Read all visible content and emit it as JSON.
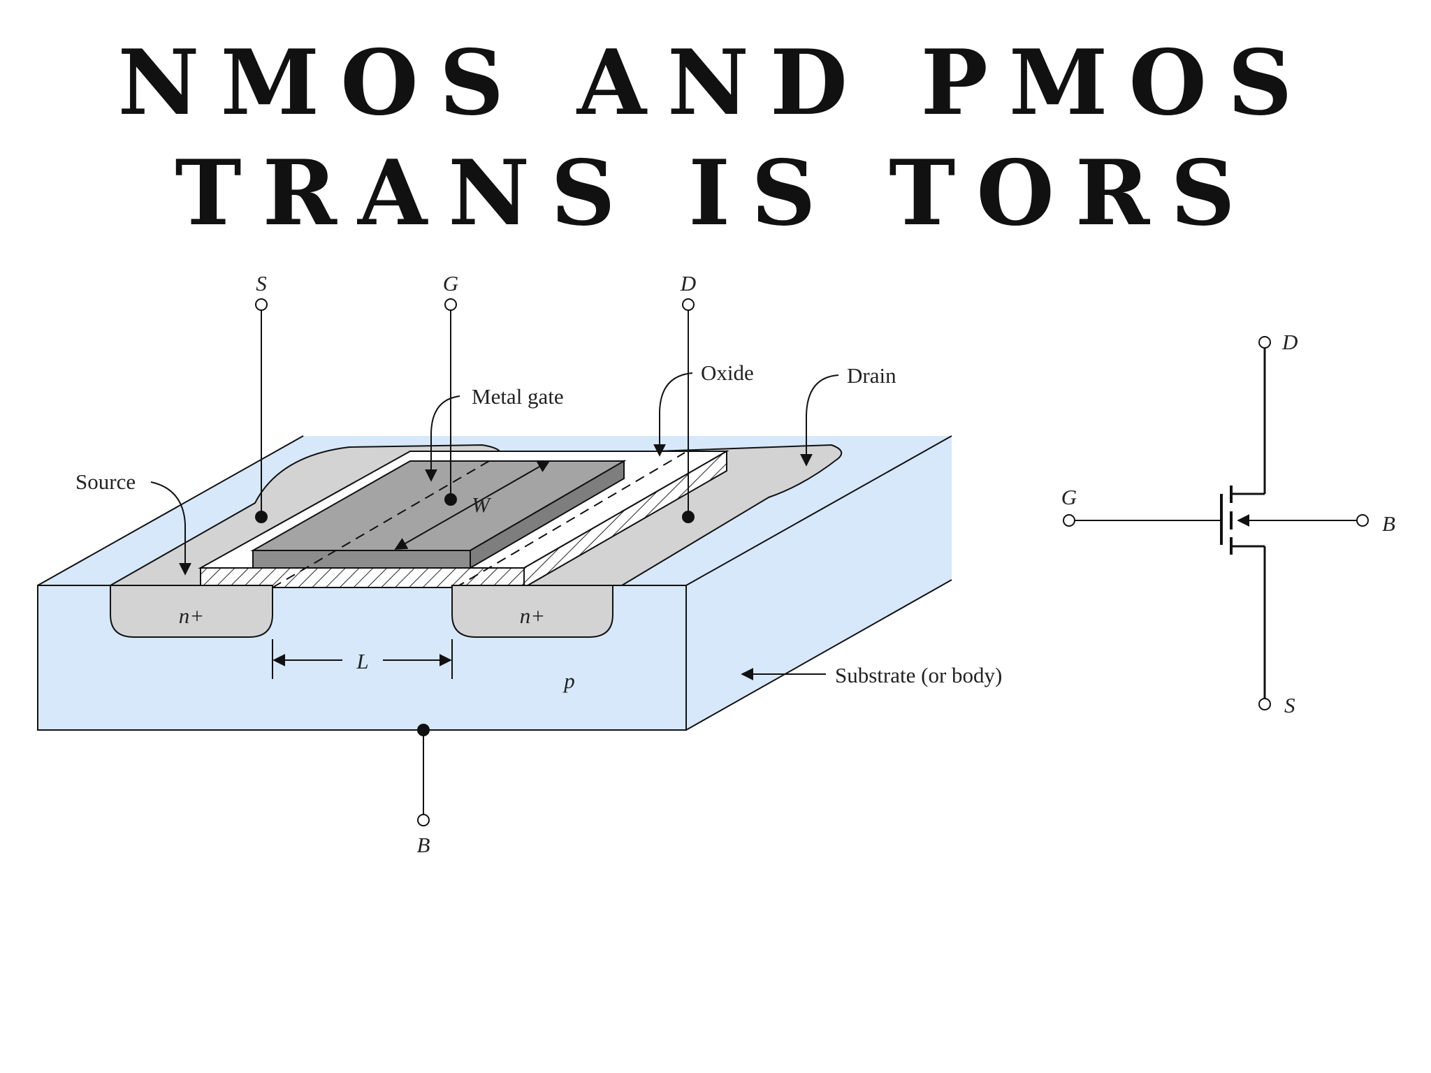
{
  "title": {
    "line1": "NMOS AND PMOS",
    "line2": "TRANS IS TORS"
  },
  "structure": {
    "terminals": {
      "source": "S",
      "gate": "G",
      "drain": "D",
      "body": "B"
    },
    "callouts": {
      "metal_gate": "Metal gate",
      "oxide": "Oxide",
      "drain": "Drain",
      "source": "Source",
      "substrate": "Substrate (or body)"
    },
    "regions": {
      "left": "n+",
      "right": "n+",
      "body": "p"
    },
    "dimensions": {
      "width": "W",
      "length": "L"
    }
  },
  "symbol": {
    "drain": "D",
    "gate": "G",
    "body": "B",
    "source": "S"
  },
  "colors": {
    "substrate": "#d6e8fa",
    "diffusion": "#d3d3d3",
    "gate_top": "#a4a4a4",
    "gate_side": "#8d8d8d",
    "ink": "#111111"
  }
}
